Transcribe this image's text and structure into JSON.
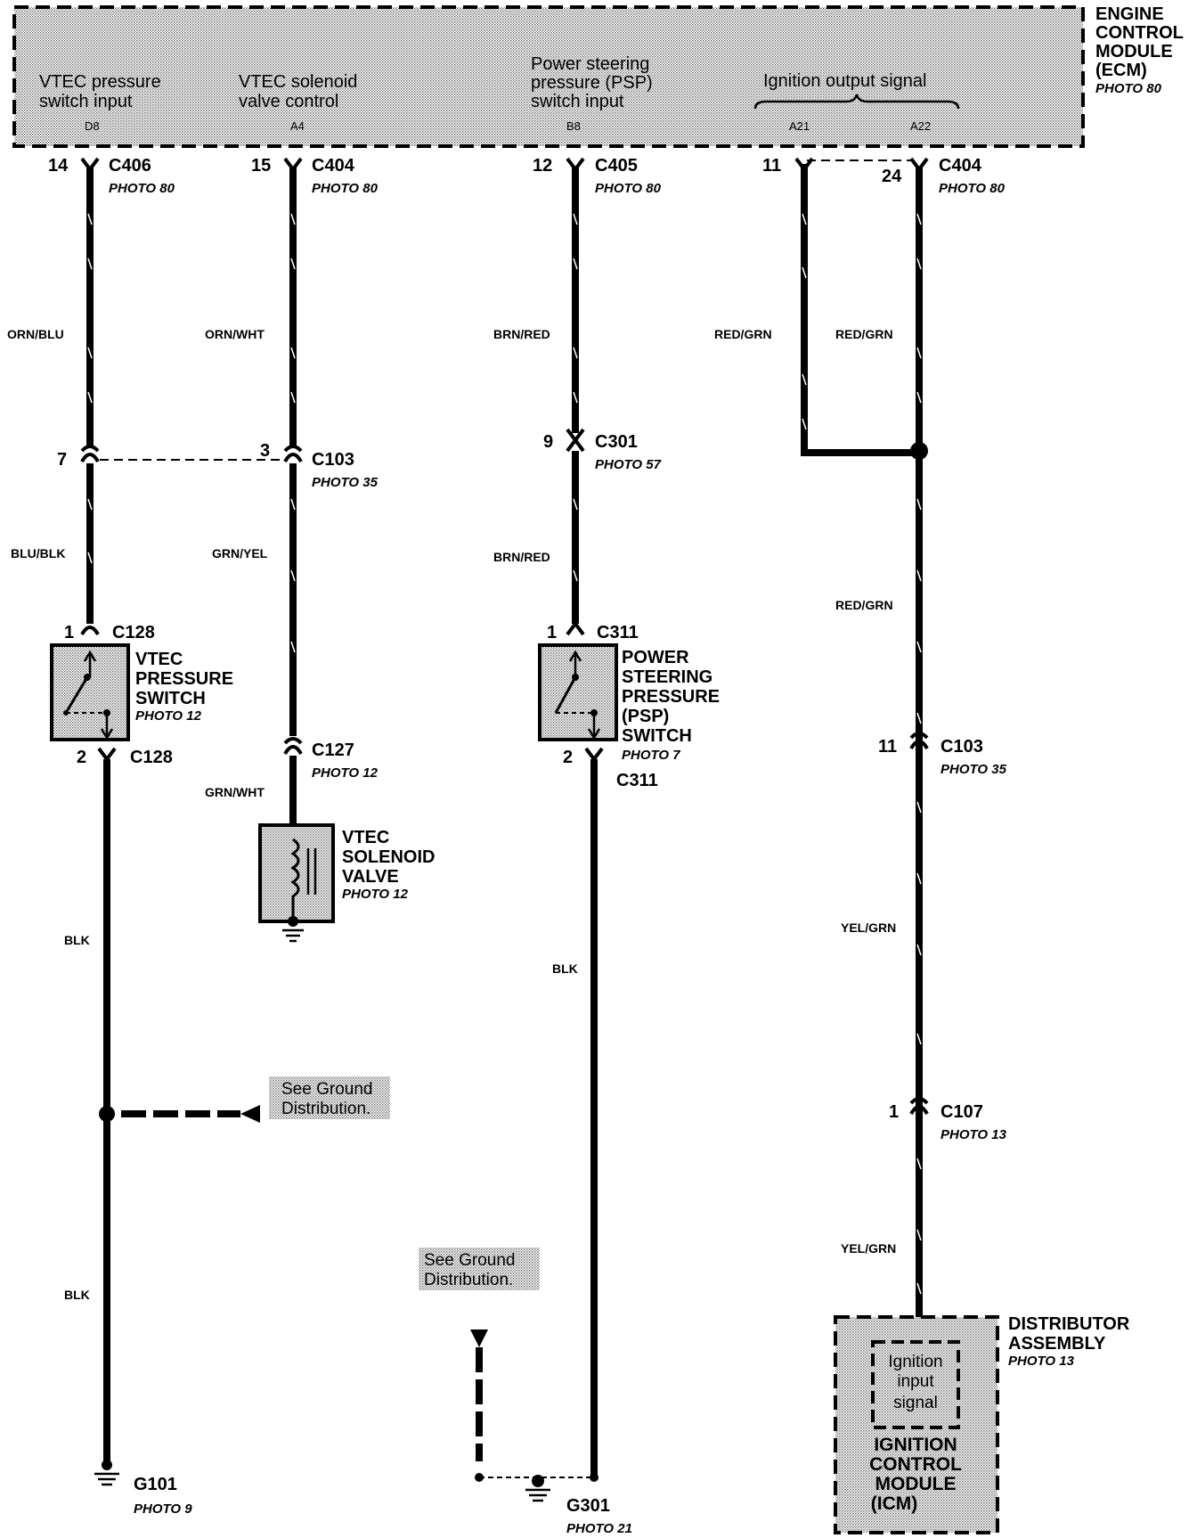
{
  "ecm": {
    "title_lines": [
      "ENGINE",
      "CONTROL",
      "MODULE",
      "(ECM)"
    ],
    "photo": "PHOTO 80",
    "inputs": [
      {
        "lines": [
          "VTEC pressure",
          "switch input"
        ],
        "pin": "D8"
      },
      {
        "lines": [
          "VTEC solenoid",
          "valve control"
        ],
        "pin": "A4"
      },
      {
        "lines": [
          "Power steering",
          "pressure (PSP)",
          "switch input"
        ],
        "pin": "B8"
      }
    ],
    "ignition_output": {
      "label": "Ignition output signal",
      "pins": [
        "A21",
        "A22"
      ]
    }
  },
  "connectors": {
    "c406_top": {
      "pin": "14",
      "name": "C406",
      "photo": "PHOTO 80"
    },
    "c404_top_a": {
      "pin": "15",
      "name": "C404",
      "photo": "PHOTO 80"
    },
    "c405_top": {
      "pin": "12",
      "name": "C405",
      "photo": "PHOTO 80"
    },
    "c404_top_b": {
      "pin_left": "11",
      "pin_right": "24",
      "name": "C404",
      "photo": "PHOTO 80"
    },
    "c103_mid": {
      "pin_left": "7",
      "pin_right": "3",
      "name": "C103",
      "photo": "PHOTO 35"
    },
    "c301": {
      "pin": "9",
      "name": "C301",
      "photo": "PHOTO 57"
    },
    "c128_top": {
      "pin": "1",
      "name": "C128"
    },
    "c128_bottom": {
      "pin": "2",
      "name": "C128"
    },
    "c311_top": {
      "pin": "1",
      "name": "C311"
    },
    "c311_bottom": {
      "pin": "2",
      "name": "C311"
    },
    "c127": {
      "name": "C127",
      "photo": "PHOTO 12"
    },
    "c103_right": {
      "pin": "11",
      "name": "C103",
      "photo": "PHOTO 35"
    },
    "c107": {
      "pin": "1",
      "name": "C107",
      "photo": "PHOTO 13"
    }
  },
  "wires": {
    "orn_blu": "ORN/BLU",
    "orn_wht": "ORN/WHT",
    "brn_red_top": "BRN/RED",
    "red_grn_left": "RED/GRN",
    "red_grn_right": "RED/GRN",
    "blu_blk": "BLU/BLK",
    "grn_yel": "GRN/YEL",
    "brn_red_bottom": "BRN/RED",
    "red_grn_lower": "RED/GRN",
    "grn_wht": "GRN/WHT",
    "blk_1": "BLK",
    "blk_2": "BLK",
    "blk_3": "BLK",
    "yel_grn_1": "YEL/GRN",
    "yel_grn_2": "YEL/GRN"
  },
  "components": {
    "vtec_pressure_switch": {
      "lines": [
        "VTEC",
        "PRESSURE",
        "SWITCH"
      ],
      "photo": "PHOTO 12"
    },
    "psp_switch": {
      "lines": [
        "POWER",
        "STEERING",
        "PRESSURE",
        "(PSP)",
        "SWITCH"
      ],
      "photo": "PHOTO 7"
    },
    "vtec_solenoid_valve": {
      "lines": [
        "VTEC",
        "SOLENOID",
        "VALVE"
      ],
      "photo": "PHOTO 12"
    },
    "distributor": {
      "lines": [
        "DISTRIBUTOR",
        "ASSEMBLY"
      ],
      "photo": "PHOTO 13"
    },
    "icm": {
      "inner_lines": [
        "Ignition",
        "input",
        "signal"
      ],
      "lines": [
        "IGNITION",
        "CONTROL",
        "MODULE",
        "(ICM)"
      ]
    }
  },
  "grounds": {
    "g101": {
      "name": "G101",
      "photo": "PHOTO 9"
    },
    "g301": {
      "name": "G301",
      "photo": "PHOTO 21"
    }
  },
  "notes": {
    "ground_dist_1": [
      "See Ground",
      "Distribution."
    ],
    "ground_dist_2": [
      "See Ground",
      "Distribution."
    ]
  }
}
